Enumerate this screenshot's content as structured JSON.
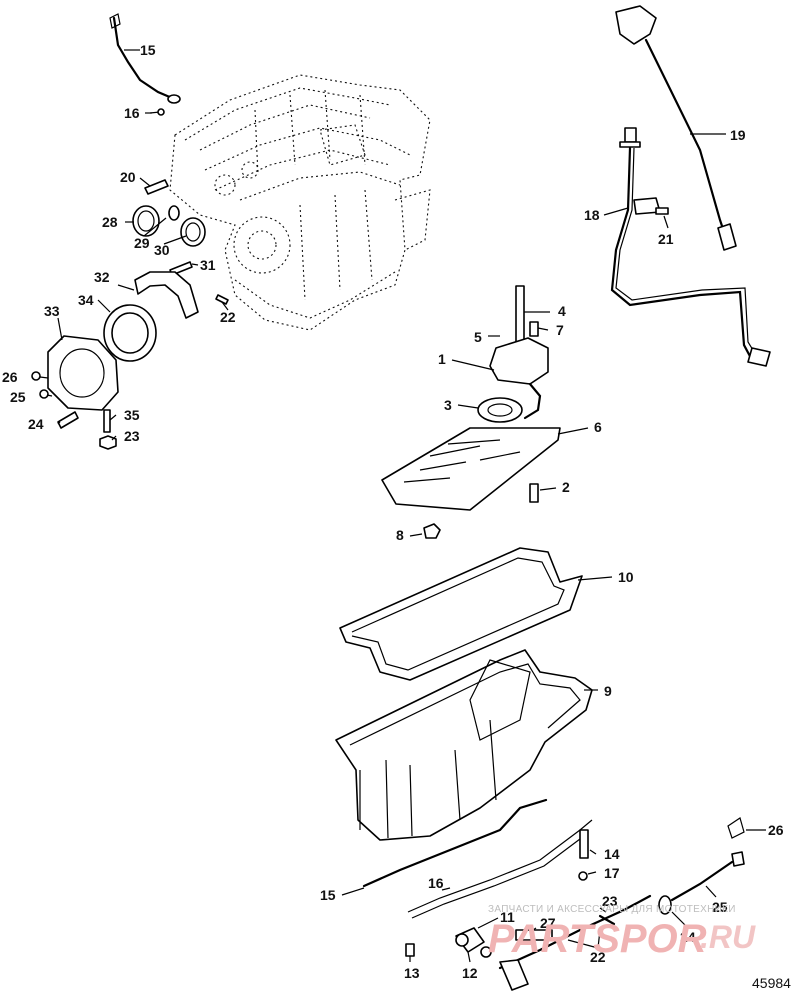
{
  "diagram": {
    "figure_id": "45984",
    "callouts": {
      "c1": "1",
      "c2": "2",
      "c3": "3",
      "c4": "4",
      "c5": "5",
      "c6": "6",
      "c7": "7",
      "c8": "8",
      "c9": "9",
      "c10": "10",
      "c11": "11",
      "c12": "12",
      "c13": "13",
      "c14": "14",
      "c15a": "15",
      "c15b": "15",
      "c16a": "16",
      "c16b": "16",
      "c17": "17",
      "c18": "18",
      "c19": "19",
      "c20": "20",
      "c21": "21",
      "c22a": "22",
      "c22b": "22",
      "c23a": "23",
      "c23b": "23",
      "c24a": "24",
      "c24b": "24",
      "c25a": "25",
      "c25b": "25",
      "c26a": "26",
      "c26b": "26",
      "c27": "27",
      "c28": "28",
      "c29": "29",
      "c30": "30",
      "c31": "31",
      "c32": "32",
      "c33": "33",
      "c34": "34",
      "c35": "35"
    }
  },
  "watermark": {
    "top_text": "ЗАПЧАСТИ И АКСЕССУАРЫ ДЛЯ МОТОТЕХНИКИ",
    "logo_text": "PARTSPOR",
    "domain_text": ".RU"
  }
}
